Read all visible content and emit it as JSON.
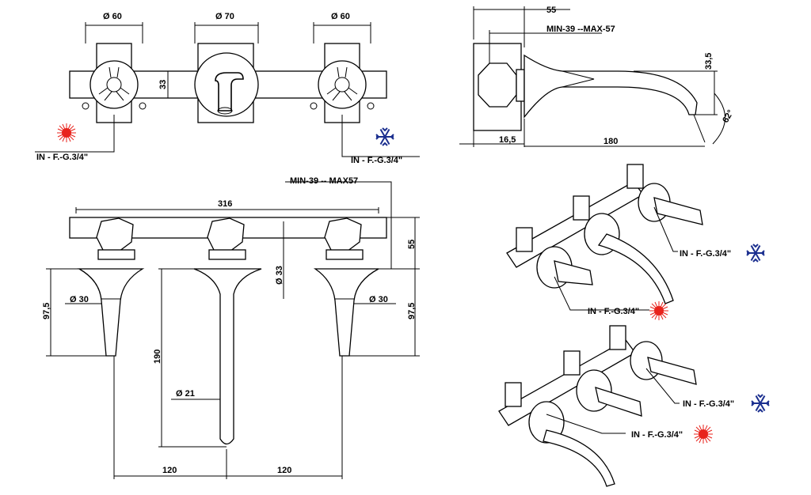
{
  "front_view": {
    "dia_left": "Ø 60",
    "dia_center": "Ø 70",
    "dia_right": "Ø 60",
    "height_33": "33",
    "inlet_hot": "IN - F.-G.3/4\"",
    "inlet_cold": "IN - F.-G.3/4\""
  },
  "side_view": {
    "depth_55": "55",
    "min_max": "MIN-39 --MAX-57",
    "height_33_5": "33,5",
    "angle": "62°",
    "offset_16_5": "16,5",
    "reach_180": "180"
  },
  "bottom_view": {
    "min_max": "MIN-39 -- MAX57",
    "width_316": "316",
    "depth_55": "55",
    "dia_33": "Ø 33",
    "left_97_5": "97,5",
    "dia_30_left": "Ø 30",
    "dia_30_right": "Ø 30",
    "right_97_5": "97,5",
    "spout_190": "190",
    "dia_21": "Ø 21",
    "spacing_left": "120",
    "spacing_right": "120"
  },
  "iso_view_1": {
    "inlet_cold": "IN - F.-G.3/4\"",
    "inlet_hot": "IN - F.-G.3/4\""
  },
  "iso_view_2": {
    "inlet_cold": "IN - F.-G.3/4\"",
    "inlet_hot": "IN - F.-G.3/4\""
  },
  "icons": {
    "hot": "sun-hot-icon",
    "cold": "snowflake-cold-icon"
  },
  "colors": {
    "hot": "#e8231c",
    "cold": "#1b2f8f"
  }
}
